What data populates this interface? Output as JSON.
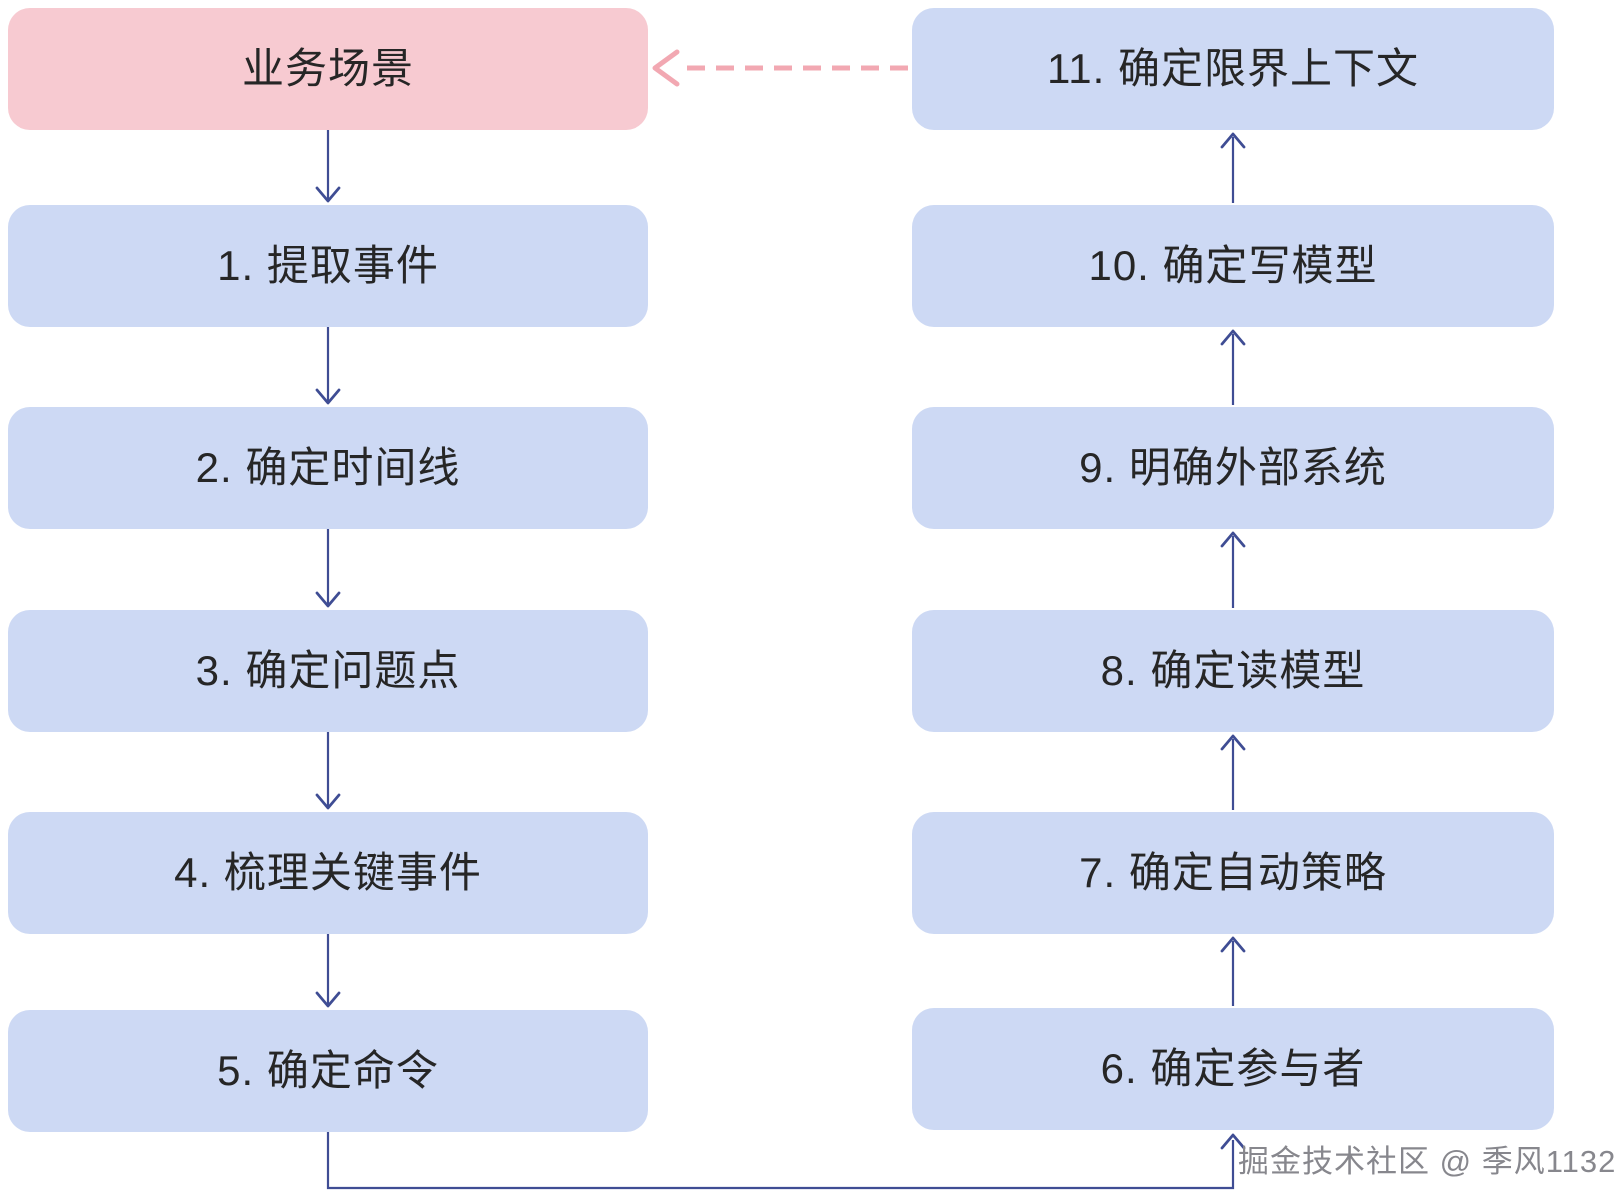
{
  "colors": {
    "start_box_bg": "#f7cad1",
    "step_box_bg": "#cdd9f4",
    "flow_arrow": "#3f4d94",
    "feedback_arrow": "#f2a8b2",
    "label_text": "#262626",
    "watermark_text": "#87878d"
  },
  "flow": {
    "start_label": "业务场景",
    "left_steps": [
      {
        "label": "1. 提取事件"
      },
      {
        "label": "2. 确定时间线"
      },
      {
        "label": "3. 确定问题点"
      },
      {
        "label": "4. 梳理关键事件"
      },
      {
        "label": "5. 确定命令"
      }
    ],
    "right_column_top_to_bottom": [
      {
        "label": "11. 确定限界上下文"
      },
      {
        "label": "10. 确定写模型"
      },
      {
        "label": "9. 明确外部系统"
      },
      {
        "label": "8. 确定读模型"
      },
      {
        "label": "7. 确定自动策略"
      },
      {
        "label": "6. 确定参与者"
      }
    ],
    "edges": {
      "solid_sequence": [
        "业务场景",
        "1. 提取事件",
        "2. 确定时间线",
        "3. 确定问题点",
        "4. 梳理关键事件",
        "5. 确定命令",
        "6. 确定参与者",
        "7. 确定自动策略",
        "8. 确定读模型",
        "9. 明确外部系统",
        "10. 确定写模型",
        "11. 确定限界上下文"
      ],
      "dashed_feedback": {
        "from": "11. 确定限界上下文",
        "to": "业务场景"
      }
    }
  },
  "watermark": "掘金技术社区 @ 季风1132"
}
